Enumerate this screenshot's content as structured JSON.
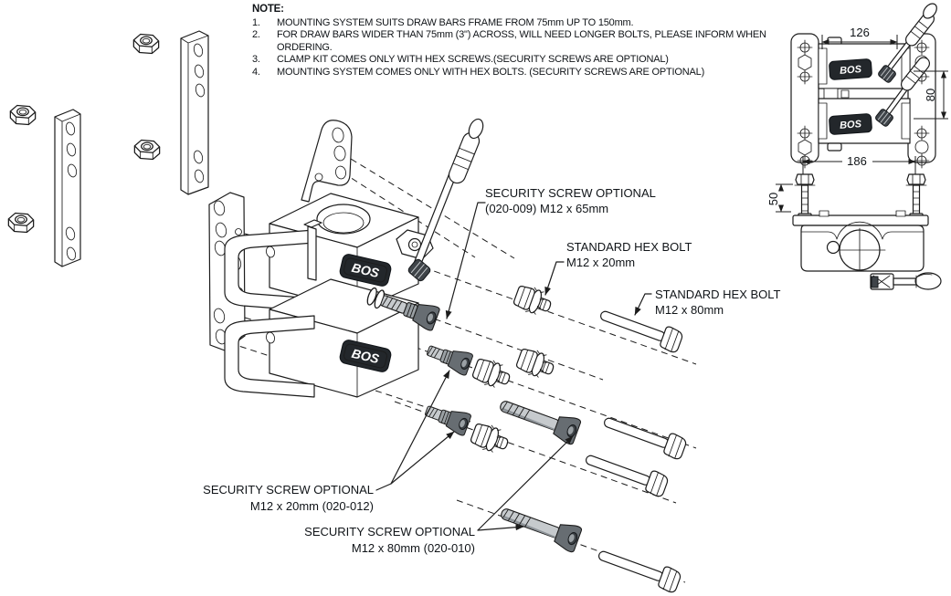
{
  "note": {
    "title": "NOTE:",
    "items": [
      {
        "num": "1.",
        "text": "MOUNTING SYSTEM  SUITS DRAW BARS FRAME FROM 75mm UP TO 150mm."
      },
      {
        "num": "2.",
        "text": "FOR DRAW BARS WIDER THAN 75mm (3\")  ACROSS, WILL NEED LONGER BOLTS, PLEASE INFORM WHEN ORDERING."
      },
      {
        "num": "3.",
        "text": "CLAMP KIT COMES ONLY WITH HEX SCREWS.(SECURITY SCREWS ARE OPTIONAL)"
      },
      {
        "num": "4.",
        "text": "MOUNTING SYSTEM COMES ONLY WITH HEX BOLTS. (SECURITY SCREWS ARE OPTIONAL)"
      }
    ]
  },
  "callouts": {
    "security_screw_65": {
      "line1": "SECURITY SCREW OPTIONAL",
      "line2": "(020-009) M12 x 65mm"
    },
    "hex_bolt_20": {
      "line1": "STANDARD HEX BOLT",
      "line2": "M12 x 20mm"
    },
    "hex_bolt_80": {
      "line1": "STANDARD HEX BOLT",
      "line2": "M12 x 80mm"
    },
    "security_screw_20": {
      "line1": "SECURITY SCREW OPTIONAL",
      "line2": "M12 x 20mm (020-012)"
    },
    "security_screw_80": {
      "line1": "SECURITY SCREW OPTIONAL",
      "line2": "M12 x 80mm (020-010)"
    }
  },
  "views": {
    "front": {
      "width_mm": "126",
      "height_mm": "80"
    },
    "top": {
      "width_mm": "186",
      "bolt_height_mm": "50"
    }
  },
  "brand": {
    "logo": "BOS"
  },
  "colors": {
    "line": "#1c1c1c",
    "screw_dark": "#676d72",
    "screw_mid": "#9aa0a4",
    "screw_light": "#c6cacd",
    "background": "#ffffff"
  }
}
